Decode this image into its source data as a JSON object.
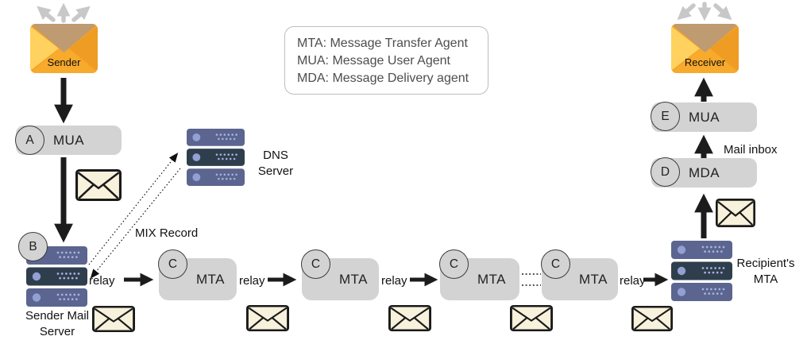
{
  "legend": {
    "lines": [
      "MTA: Message Transfer Agent",
      "MUA: Message User Agent",
      "MDA: Message Delivery agent"
    ]
  },
  "sender": {
    "label": "Sender"
  },
  "receiver": {
    "label": "Receiver"
  },
  "mua_a": {
    "badge": "A",
    "label": "MUA"
  },
  "sender_mail_server": {
    "badge": "B",
    "label": "Sender Mail Server"
  },
  "dns_server": {
    "label": "DNS Server"
  },
  "mix_record_label": "MIX Record",
  "relays": [
    "relay",
    "relay",
    "relay",
    "relay"
  ],
  "mta_chain": [
    {
      "badge": "C",
      "label": "MTA"
    },
    {
      "badge": "C",
      "label": "MTA"
    },
    {
      "badge": "C",
      "label": "MTA"
    },
    {
      "badge": "C",
      "label": "MTA"
    }
  ],
  "recipients_mta": {
    "label": "Recipient's MTA"
  },
  "mda": {
    "badge": "D",
    "label": "MDA"
  },
  "mua_e": {
    "badge": "E",
    "label": "MUA"
  },
  "mail_inbox_label": "Mail inbox",
  "colors": {
    "envelope_orange": "#F4A227",
    "envelope_flap_tan": "#BE9B70",
    "envelope_left_yellow": "#FFD15F",
    "message_cream": "#F8F1DC",
    "server_slab": "#5B6590",
    "server_slab_dark": "#2F3E4C",
    "server_led": "#93A0D2",
    "box_gray": "#D3D3D3",
    "arrow_black": "#1C1C1C",
    "arrow_gray": "#C8C8C8"
  }
}
